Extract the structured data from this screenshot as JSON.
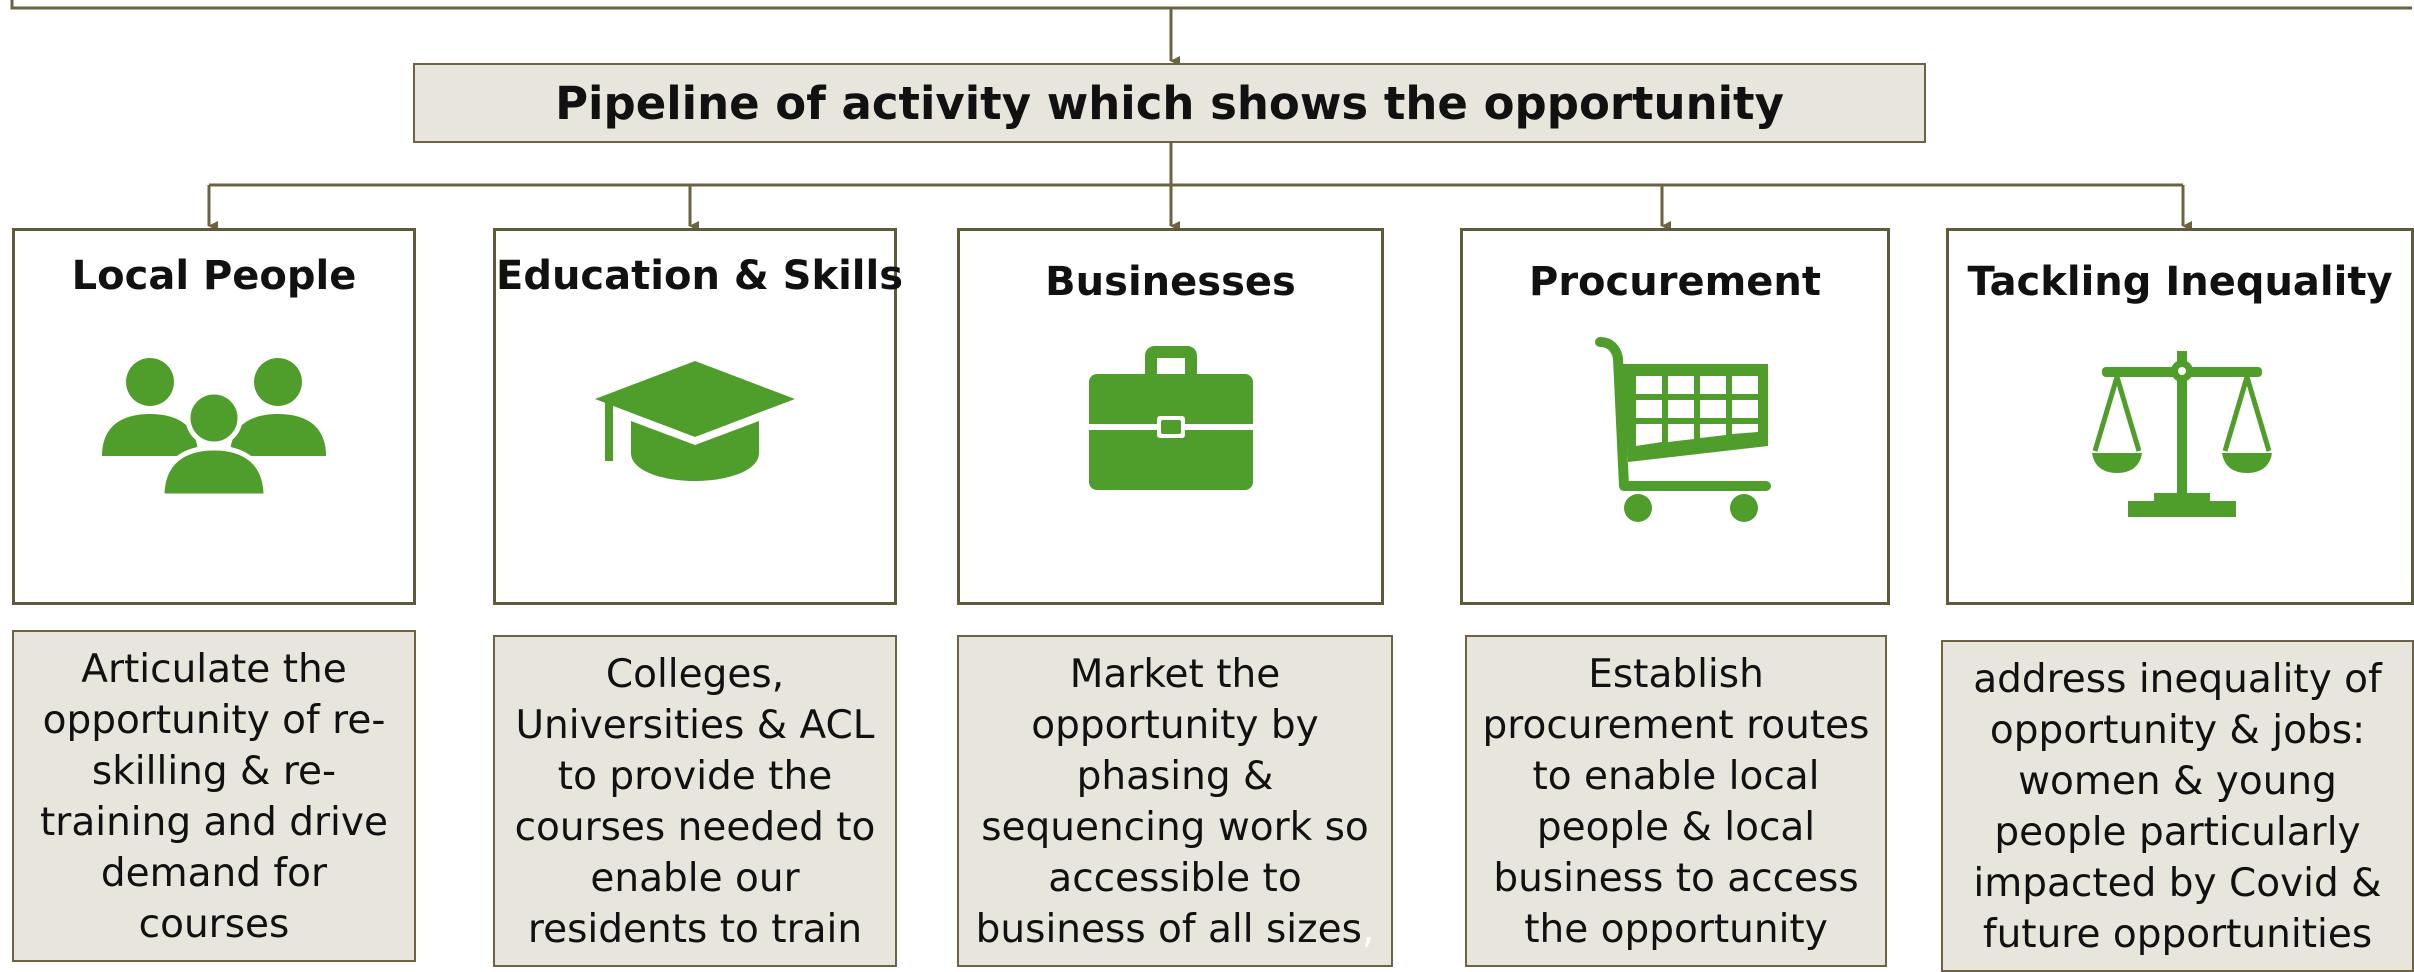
{
  "header": {
    "title": "Pipeline of activity which shows the opportunity"
  },
  "colors": {
    "icon_green": "#4f9d2a",
    "connector": "#6b6342",
    "box_fill": "#e8e6dc"
  },
  "cards": [
    {
      "title": "Local People",
      "icon": "people-group-icon",
      "description": [
        "Articulate the",
        "opportunity of re-",
        "skilling & re-",
        "training and drive",
        "demand for",
        "courses"
      ]
    },
    {
      "title": "Education & Skills",
      "icon": "graduation-cap-icon",
      "description": [
        "Colleges,",
        "Universities &  ACL",
        "to provide the",
        "courses needed to",
        "enable our",
        "residents to train"
      ]
    },
    {
      "title": "Businesses",
      "icon": "briefcase-icon",
      "description": [
        "Market the",
        "opportunity by",
        "phasing &",
        "sequencing work so",
        "accessible to",
        "business of all sizes"
      ],
      "trailing": ","
    },
    {
      "title": "Procurement",
      "icon": "shopping-cart-icon",
      "description": [
        "Establish",
        "procurement routes",
        "to enable local",
        "people & local",
        "business to access",
        "the opportunity"
      ]
    },
    {
      "title": "Tackling Inequality",
      "icon": "balance-scale-icon",
      "description": [
        "address inequality of",
        "opportunity & jobs:",
        "women & young",
        "people particularly",
        "impacted by Covid &",
        "future opportunities"
      ]
    }
  ]
}
